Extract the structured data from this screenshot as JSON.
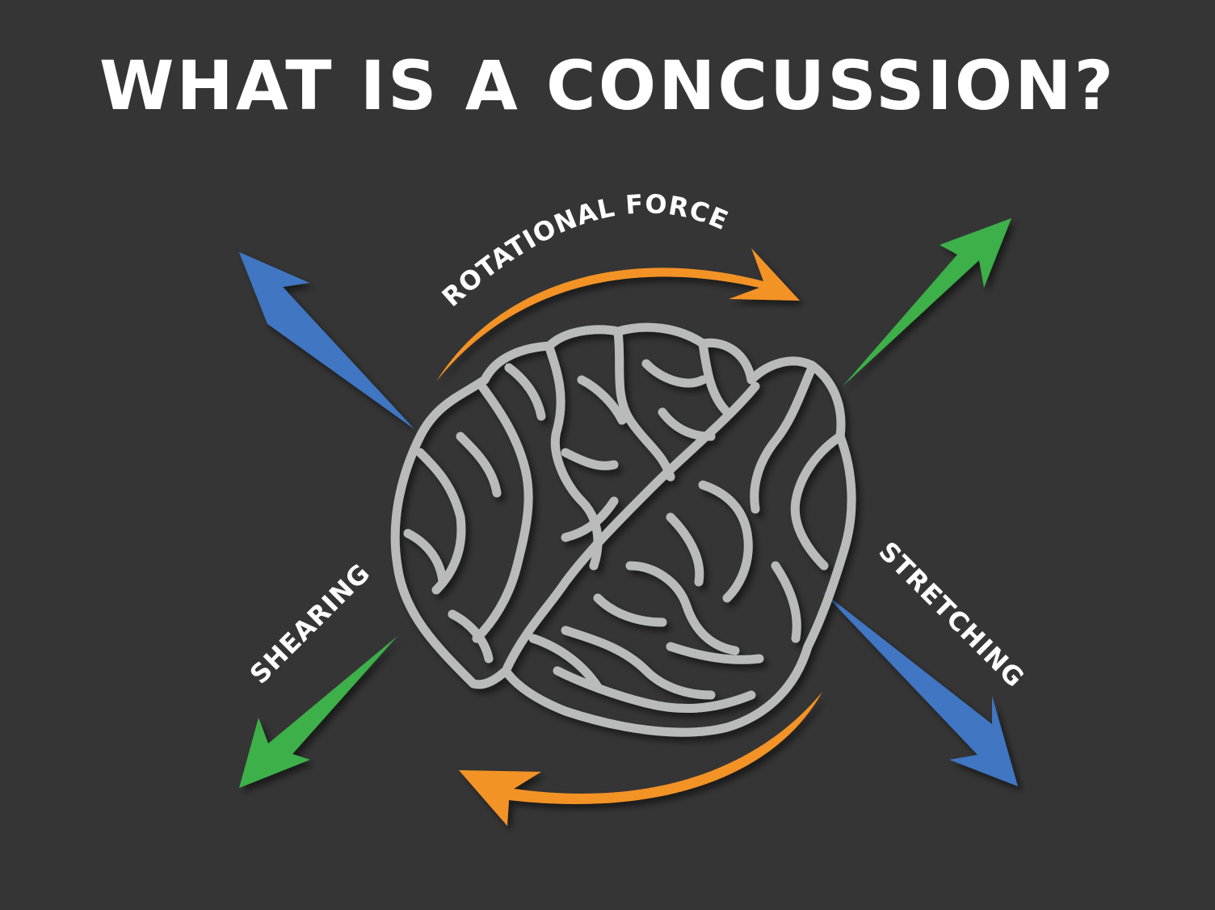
{
  "title": "WHAT IS A CONCUSSION?",
  "labels": {
    "rotational_force": "ROTATIONAL FORCE",
    "shearing": "SHEARING",
    "stretching": "STRETCHING"
  },
  "colors": {
    "background": "#353535",
    "text": "#ffffff",
    "brain": "#b9bbbb",
    "orange_arrow": "#f39325",
    "blue_arrow": "#3f76c2",
    "green_arrow": "#3eb04a"
  }
}
